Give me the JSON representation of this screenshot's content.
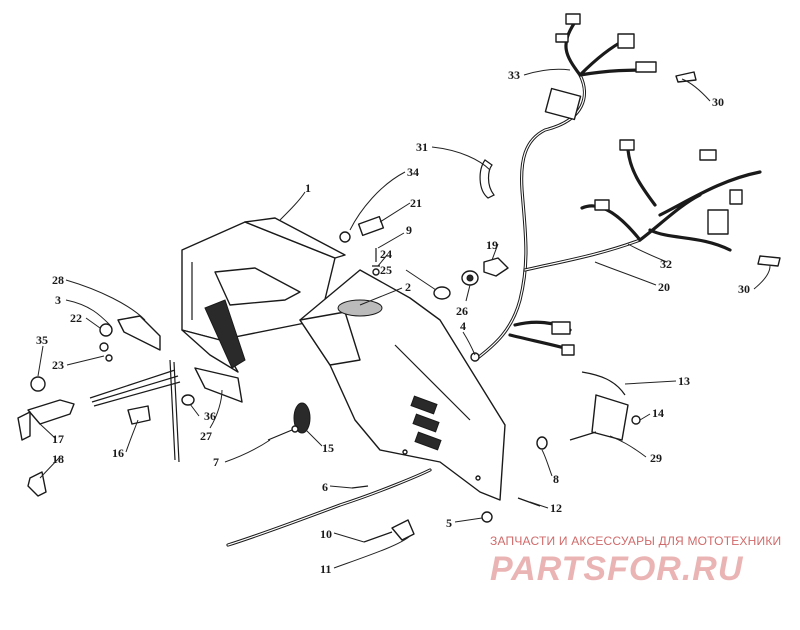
{
  "watermark": {
    "caption": "ЗАПЧАСТИ И АКСЕССУАРЫ ДЛЯ МОТОТЕХНИКИ",
    "logo": "PARTSFOR.RU"
  },
  "callouts": [
    "1",
    "2",
    "3",
    "4",
    "5",
    "6",
    "7",
    "8",
    "9",
    "10",
    "11",
    "12",
    "13",
    "14",
    "15",
    "16",
    "17",
    "18",
    "19",
    "20",
    "21",
    "22",
    "23",
    "24",
    "25",
    "26",
    "27",
    "28",
    "29",
    "30",
    "31",
    "32",
    "33",
    "34",
    "35",
    "36"
  ],
  "duplicate_callouts": [
    "30"
  ]
}
